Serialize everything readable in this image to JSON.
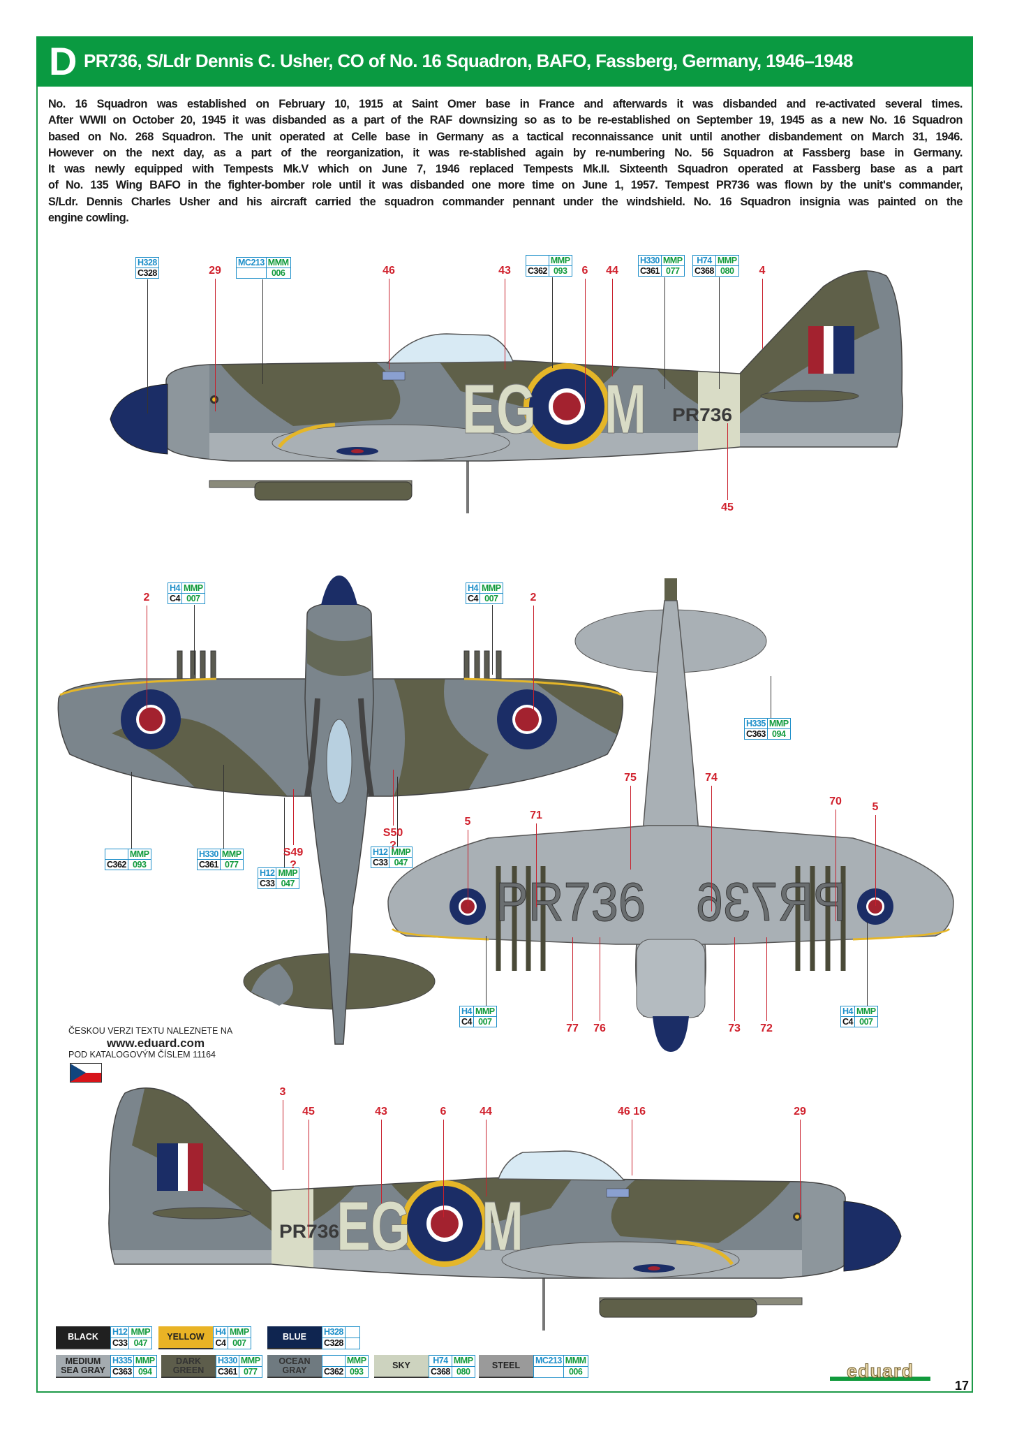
{
  "header": {
    "letter": "D",
    "title": "PR736, S/Ldr Dennis C. Usher, CO of No. 16 Squadron, BAFO, Fassberg, Germany, 1946–1948"
  },
  "description": [
    "No. 16 Squadron was established on February 10, 1915 at Saint Omer base in France and afterwards it was disbanded and re-activated several times.",
    "After WWII on October 20, 1945 it was disbanded as a part of the RAF downsizing so as to be re-established on September 19, 1945 as a new No. 16 Squadron",
    "based on No. 268 Squadron. The unit operated at Celle base in Germany as a tactical reconnaissance unit until another disbandement on March 31, 1946.",
    "However on the next day, as a part of the reorganization, it was re-stablished again by re-numbering No. 56 Squadron at Fassberg base in Germany.",
    "It was newly equipped with Tempests Mk.V which on June 7, 1946 replaced Tempests Mk.II. Sixteenth Squadron operated at Fassberg base as a part",
    "of No. 135 Wing BAFO in the fighter-bomber role until it was disbanded one more time on June 1, 1957. Tempest PR736 was flown by the unit's commander,",
    "S/Ldr. Dennis Charles Usher and his aircraft carried the squadron commander pennant under the windshield. No. 16 Squadron insignia was painted on the",
    "engine cowling."
  ],
  "markings": {
    "code_left": "EG",
    "code_right": "M",
    "serial": "PR736",
    "under_serial": "PR736"
  },
  "callouts": {
    "side_top": [
      {
        "tl": "H328",
        "bl": "C328"
      },
      {
        "tl": "MC213",
        "tr": "MMM",
        "bl": "",
        "br": "006"
      },
      {
        "tl": "",
        "tr": "MMP",
        "bl": "C362",
        "br": "093"
      },
      {
        "tl": "H330",
        "tr": "MMP",
        "bl": "C361",
        "br": "077"
      },
      {
        "tl": "H74",
        "tr": "MMP",
        "bl": "C368",
        "br": "080"
      }
    ],
    "plan_top": [
      {
        "tl": "H4",
        "tr": "MMP",
        "bl": "C4",
        "br": "007"
      },
      {
        "tl": "H4",
        "tr": "MMP",
        "bl": "C4",
        "br": "007"
      },
      {
        "tl": "",
        "tr": "MMP",
        "bl": "C362",
        "br": "093"
      },
      {
        "tl": "H330",
        "tr": "MMP",
        "bl": "C361",
        "br": "077"
      },
      {
        "tl": "H12",
        "tr": "MMP",
        "bl": "C33",
        "br": "047"
      },
      {
        "tl": "H12",
        "tr": "MMP",
        "bl": "C33",
        "br": "047"
      }
    ],
    "underside": [
      {
        "tl": "H335",
        "tr": "MMP",
        "bl": "C363",
        "br": "094"
      },
      {
        "tl": "H4",
        "tr": "MMP",
        "bl": "C4",
        "br": "007"
      },
      {
        "tl": "H4",
        "tr": "MMP",
        "bl": "C4",
        "br": "007"
      }
    ]
  },
  "numbers": {
    "side_top": [
      "29",
      "46",
      "43",
      "6",
      "44",
      "4",
      "45"
    ],
    "plan_top": [
      "2",
      "2",
      "S49\n?",
      "S50\n?"
    ],
    "underside": [
      "75",
      "74",
      "70",
      "5",
      "71",
      "5",
      "77",
      "76",
      "73",
      "72"
    ],
    "side_bottom": [
      "3",
      "45",
      "43",
      "6",
      "44",
      "46 16",
      "29"
    ]
  },
  "czech_note": {
    "line1": "ČESKOU VERZI TEXTU NALEZNETE NA",
    "website": "www.eduard.com",
    "line3": "POD KATALOGOVÝM ČÍSLEM",
    "catalog": "11164"
  },
  "legend": [
    {
      "label": "BLACK",
      "tl": "H12",
      "tr": "MMP",
      "bl": "C33",
      "br": "047",
      "color": "#202020",
      "text": "#ffffff"
    },
    {
      "label": "YELLOW",
      "tl": "H4",
      "tr": "MMP",
      "bl": "C4",
      "br": "007",
      "color": "#e9b325",
      "text": "#222222"
    },
    {
      "label": "BLUE",
      "tl": "H328",
      "tr": "",
      "bl": "C328",
      "br": "",
      "color": "#0f2550",
      "text": "#ffffff"
    },
    {
      "label": "MEDIUM SEA GRAY",
      "tl": "H335",
      "tr": "MMP",
      "bl": "C363",
      "br": "094",
      "color": "#a4abb0",
      "text": "#222222"
    },
    {
      "label": "DARK GREEN",
      "tl": "H330",
      "tr": "MMP",
      "bl": "C361",
      "br": "077",
      "color": "#5d5d4b",
      "text": "#333333"
    },
    {
      "label": "OCEAN GRAY",
      "tl": "",
      "tr": "MMP",
      "bl": "C362",
      "br": "093",
      "color": "#6f7a80",
      "text": "#333333"
    },
    {
      "label": "SKY",
      "tl": "H74",
      "tr": "MMP",
      "bl": "C368",
      "br": "080",
      "color": "#cdd3bf",
      "text": "#222222"
    },
    {
      "label": "STEEL",
      "tl": "MC213",
      "tr": "MMM",
      "bl": "",
      "br": "006",
      "color": "#9a9a9a",
      "text": "#222222"
    }
  ],
  "brand": "eduard",
  "page_number": "17",
  "colors": {
    "accent_green": "#0a9a41",
    "dark_green": "#5f6049",
    "ocean_gray": "#7b858c",
    "sea_gray": "#a9b0b5",
    "sky": "#d9dcc6",
    "roundel_blue": "#1b2d66",
    "roundel_red": "#a3222f",
    "yellow": "#e5b628"
  }
}
